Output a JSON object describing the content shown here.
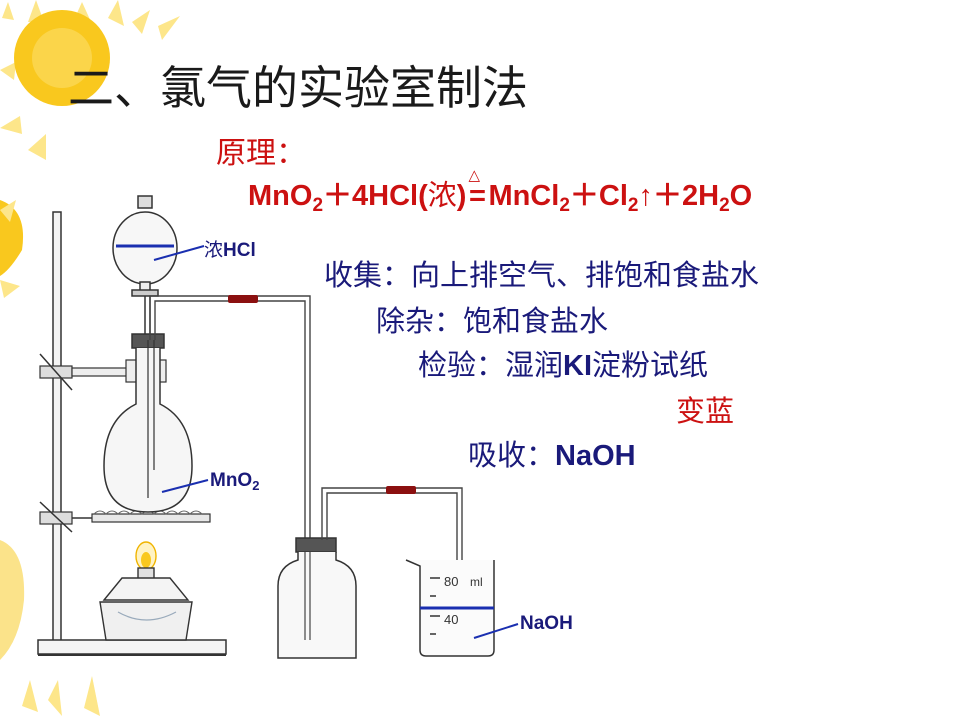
{
  "title": "二、氯气的实验室制法",
  "principle": {
    "label": "原理：",
    "equation": {
      "reactant1": "MnO",
      "sub1": "2",
      "plus1": "＋4HCl(",
      "conc": "浓",
      "close": ")",
      "condition": "△",
      "equals": "=",
      "product1": "MnCl",
      "sub2": "2",
      "plus2": "＋Cl",
      "sub3": "2",
      "arrow": "↑",
      "plus3": "＋2H",
      "sub4": "2",
      "tail": "O"
    }
  },
  "collection": {
    "label": "收集：",
    "text": "向上排空气、排饱和食盐水"
  },
  "impurity": {
    "label": "除杂：",
    "text": "饱和食盐水"
  },
  "test": {
    "label": "检验：",
    "prefix": "湿润",
    "reagent": "KI",
    "suffix": "淀粉试纸",
    "result": "变蓝"
  },
  "absorption": {
    "label": "吸收：",
    "reagent": "NaOH"
  },
  "apparatus": {
    "funnel_label_cjk": "浓",
    "funnel_label": "HCl",
    "flask_label": "MnO",
    "flask_label_sub": "2",
    "beaker_label": "NaOH",
    "beaker_mark_80": "80",
    "beaker_unit": "ml",
    "beaker_mark_40": "40"
  },
  "colors": {
    "title": "#1a1a1a",
    "red": "#cc1111",
    "navy": "#1a1a7a",
    "tube_connector": "#8b1010",
    "liquid_line": "#1a2fb0",
    "flower_yellow": "#f9c81e",
    "flower_petal": "#fde68a"
  }
}
